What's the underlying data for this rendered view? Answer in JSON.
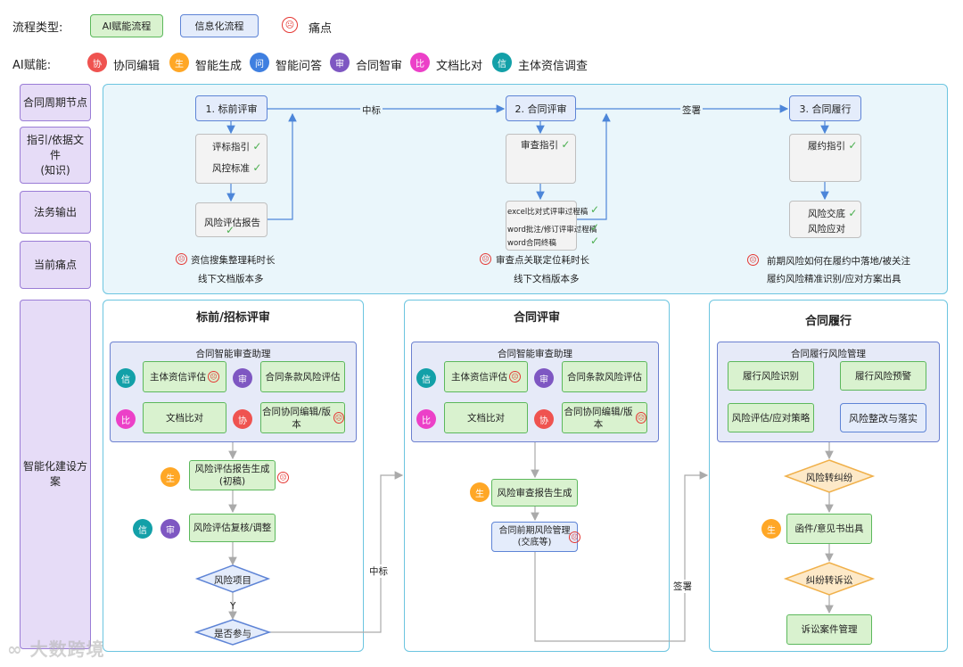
{
  "legend": {
    "type_label": "流程类型:",
    "ai_flow": "AI赋能流程",
    "info_flow": "信息化流程",
    "pain": "痛点",
    "ai_label": "AI赋能:",
    "ai_items": [
      {
        "char": "协",
        "text": "协同编辑",
        "color": "#ef5350"
      },
      {
        "char": "生",
        "text": "智能生成",
        "color": "#ffa726"
      },
      {
        "char": "问",
        "text": "智能问答",
        "color": "#3f7fe0"
      },
      {
        "char": "审",
        "text": "合同智审",
        "color": "#7e57c2"
      },
      {
        "char": "比",
        "text": "文档比对",
        "color": "#ec40c8"
      },
      {
        "char": "信",
        "text": "主体资信调查",
        "color": "#13a0a8"
      }
    ]
  },
  "rows": {
    "node": "合同周期节点",
    "guide_l1": "指引/依据文",
    "guide_l2": "件",
    "guide_l3": "(知识)",
    "output": "法务输出",
    "pain": "当前痛点",
    "plan_l1": "智能化建设方",
    "plan_l2": "案"
  },
  "top": {
    "step1": "1. 标前评审",
    "step2": "2. 合同评审",
    "step3": "3. 合同履行",
    "edge1": "中标",
    "edge2": "签署",
    "g1a": "评标指引",
    "g1b": "风控标准",
    "g2a": "审查指引",
    "g3a": "履约指引",
    "o1": "风险评估报告",
    "o2a": "excel比对式评审过程稿",
    "o2b": "word批注/修订评审过程稿",
    "o2c": "word合同终稿",
    "o3a": "风险交底",
    "o3b": "风险应对",
    "p1a": "资信搜集整理耗时长",
    "p1b": "线下文档版本多",
    "p2a": "审查点关联定位耗时长",
    "p2b": "线下文档版本多",
    "p3a": "前期风险如何在履约中落地/被关注",
    "p3b": "履约风险精准识别/应对方案出具"
  },
  "s1": {
    "title": "标前/招标评审",
    "assist": "合同智能审查助理",
    "b1": "主体资信评估",
    "b2": "合同条款风险评估",
    "b3": "文档比对",
    "b4": "合同协同编辑/版本",
    "gen_l1": "风险评估报告生成",
    "gen_l2": "(初稿)",
    "review": "风险评估复核/调整",
    "d1": "风险项目",
    "y": "Y",
    "d2": "是否参与",
    "edge": "中标"
  },
  "s2": {
    "title": "合同评审",
    "assist": "合同智能审查助理",
    "b1": "主体资信评估",
    "b2": "合同条款风险评估",
    "b3": "文档比对",
    "b4": "合同协同编辑/版本",
    "gen": "风险审查报告生成",
    "mgmt_l1": "合同前期风险管理",
    "mgmt_l2": "(交底等)",
    "edge": "签署"
  },
  "s3": {
    "title": "合同履行",
    "assist": "合同履行风险管理",
    "b1": "履行风险识别",
    "b2": "履行风险预警",
    "b3": "风险评估/应对策略",
    "b4": "风险整改与落实",
    "d1": "风险转纠纷",
    "letter": "函件/意见书出具",
    "d2": "纠纷转诉讼",
    "case": "诉讼案件管理"
  },
  "watermark": "大数跨境"
}
